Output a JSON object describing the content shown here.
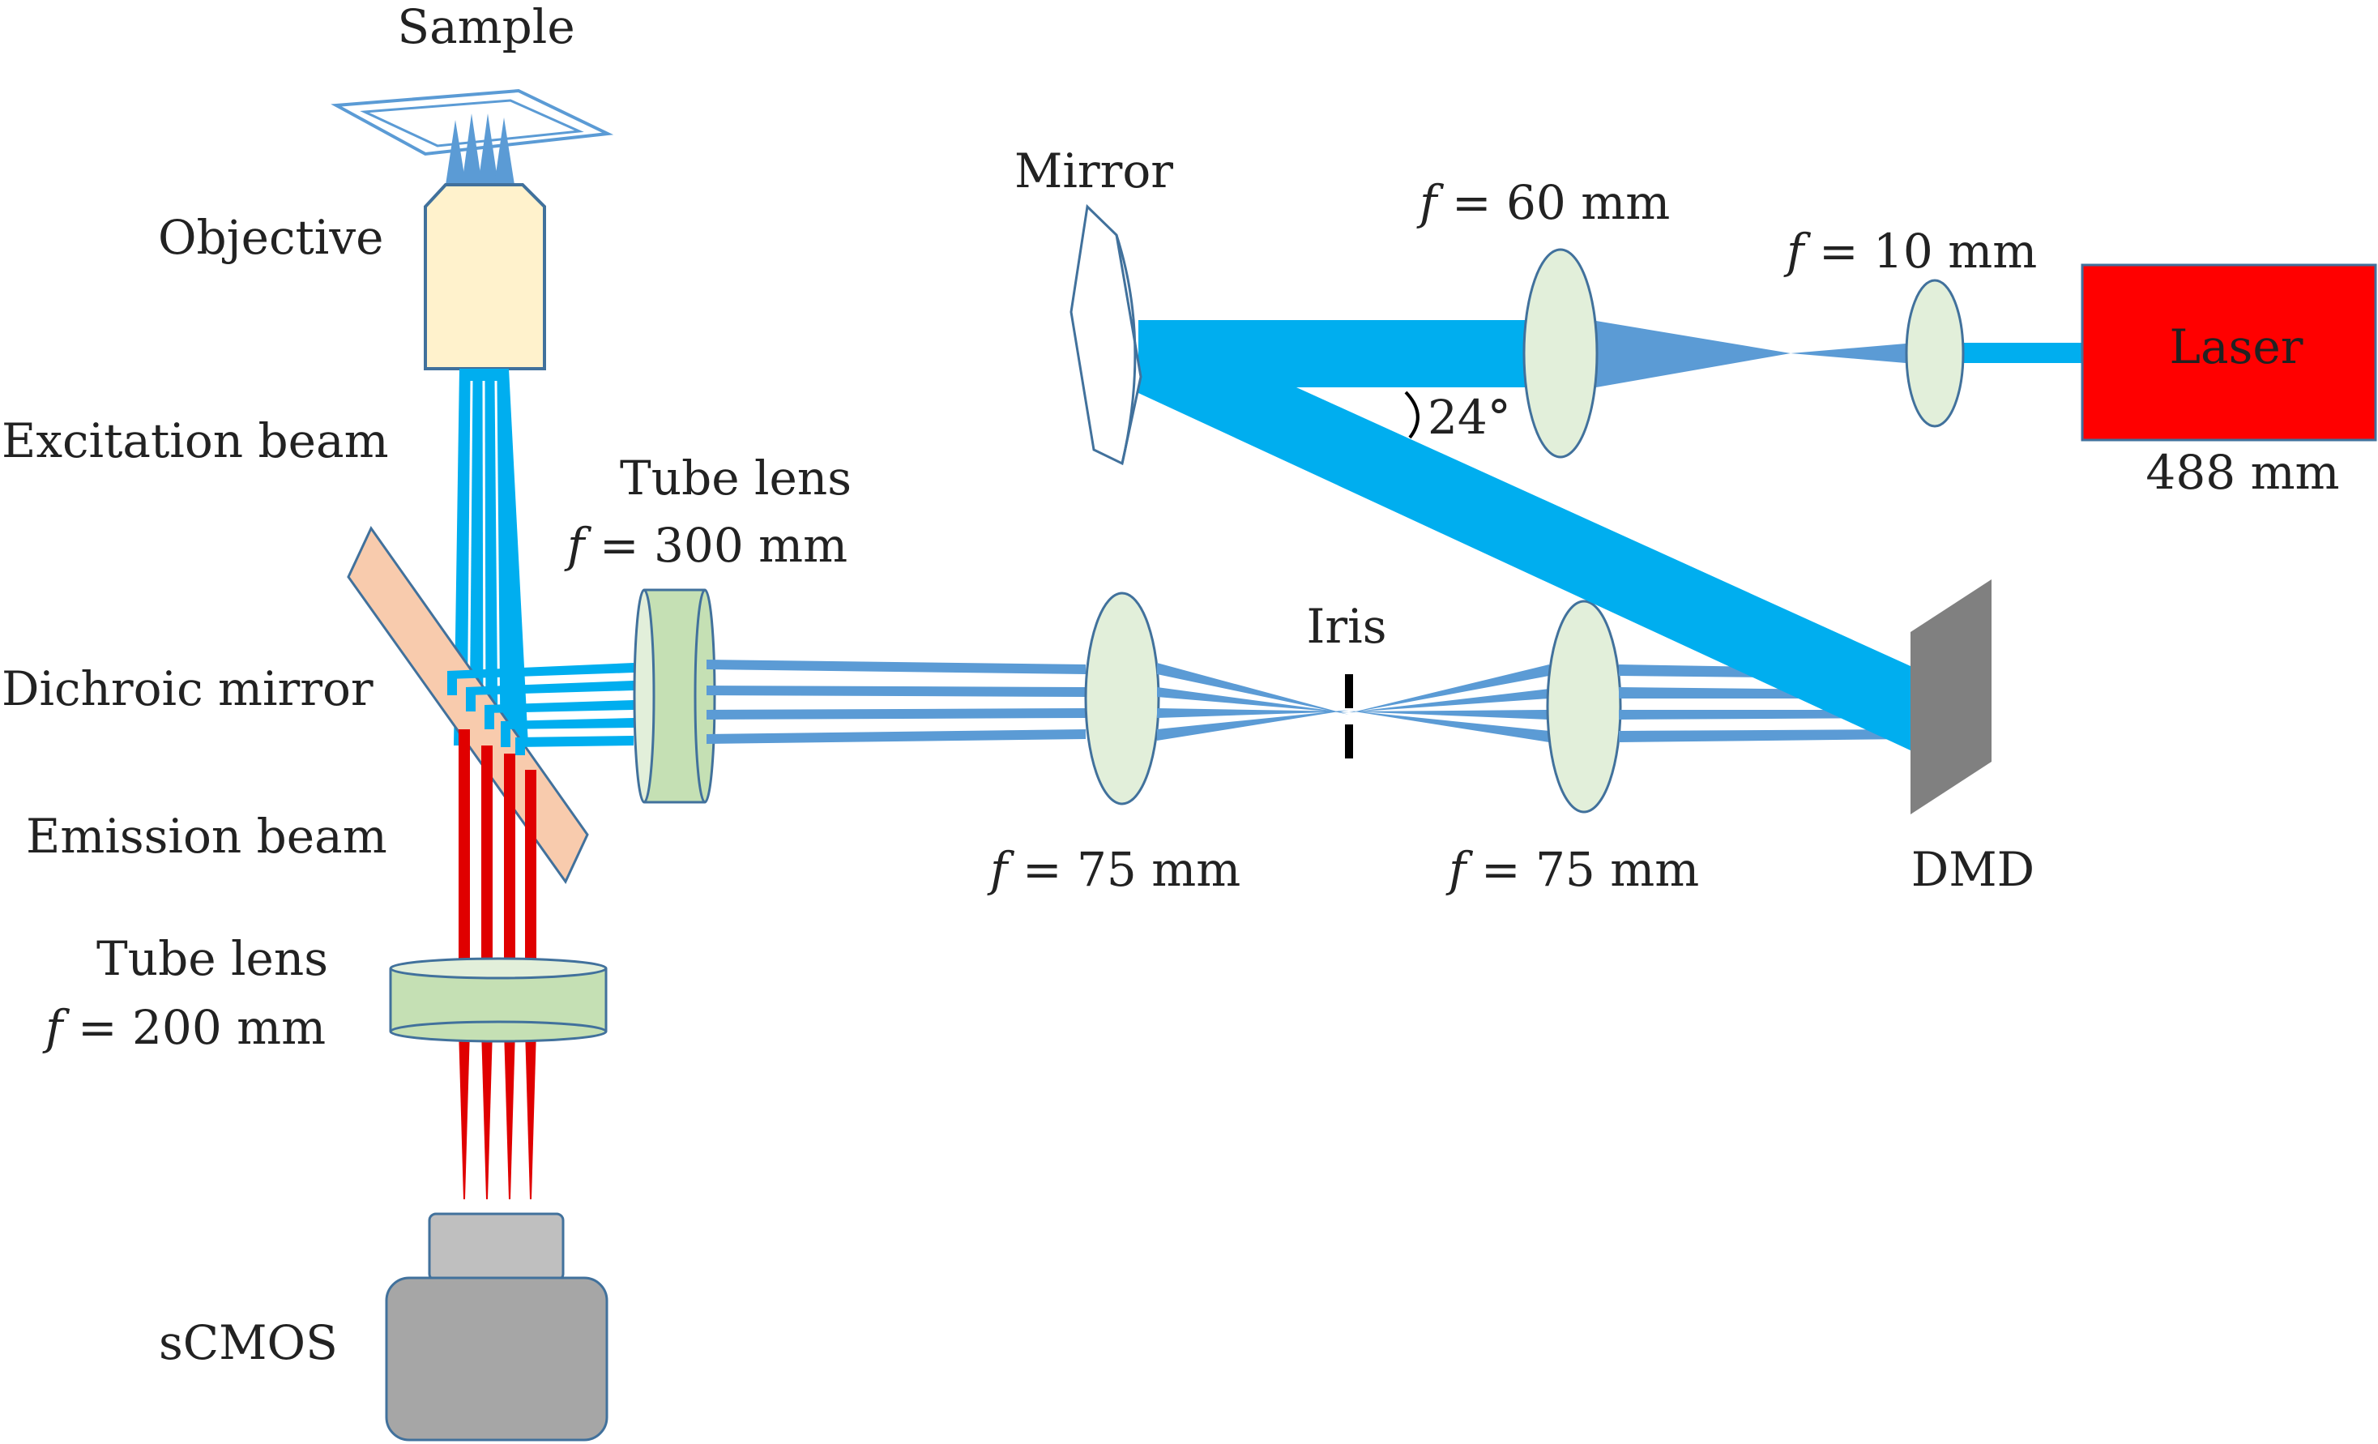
{
  "labels": {
    "sample": "Sample",
    "objective": "Objective",
    "excitation_beam": "Excitation beam",
    "dichroic_mirror": "Dichroic mirror",
    "emission_beam": "Emission beam",
    "tube_lens_300_name": "Tube lens",
    "tube_lens_300_focal": "= 300 mm",
    "tube_lens_200_name": "Tube lens",
    "tube_lens_200_focal": "= 200 mm",
    "scmos": "sCMOS",
    "mirror": "Mirror",
    "lens_60_focal": "= 60 mm",
    "lens_10_focal": "= 10 mm",
    "laser": "Laser",
    "laser_wavelength": "488 mm",
    "angle": "24°",
    "iris": "Iris",
    "lens_75a_focal": "= 75 mm",
    "lens_75b_focal": "= 75 mm",
    "dmd": "DMD",
    "f_symbol": "f"
  },
  "colors": {
    "excitation_beam": "#00AEEF",
    "relay_beam": "#5B9BD5",
    "emission_beam": "#E00000",
    "laser_body": "#FF0000",
    "lens_fill": "#E2EFDA",
    "tube_lens_fill": "#C5E0B4",
    "objective_fill": "#FFF2CC",
    "dichroic_fill": "#F8CBAD",
    "dmd_fill": "#808080",
    "camera_fill": "#A6A6A6",
    "outline": "#41719C"
  }
}
